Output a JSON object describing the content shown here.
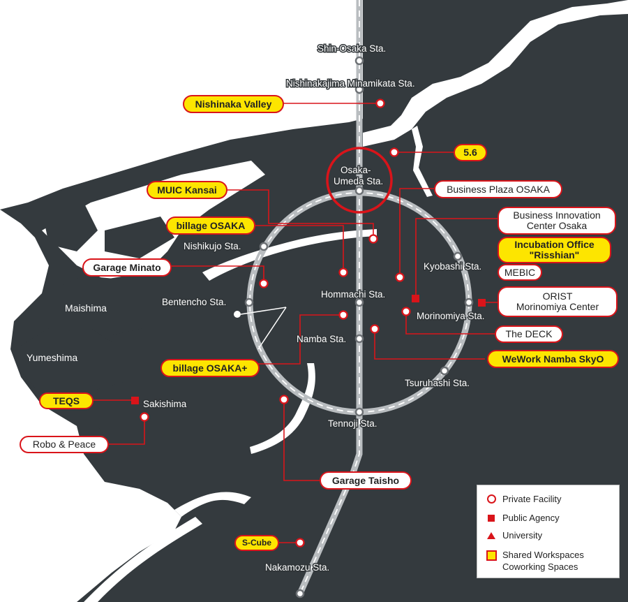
{
  "areas": {
    "maishima": "Maishima",
    "yumeshima": "Yumeshima"
  },
  "stations": {
    "shin_osaka": "Shin-Osaka Sta.",
    "nishinakajima": "Nishinakajima Minamikata Sta.",
    "osaka_umeda_1": "Osaka-",
    "osaka_umeda_2": "Umeda Sta.",
    "nishikujo": "Nishikujo Sta.",
    "kyobashi": "Kyobashi Sta.",
    "bentencho": "Bentencho Sta.",
    "hommachi": "Hommachi Sta.",
    "morinomiya": "Morinomiya Sta.",
    "namba": "Namba Sta.",
    "tsuruhashi": "Tsuruhashi Sta.",
    "sakishima": "Sakishima",
    "tennoji": "Tennoji Sta.",
    "nakamozu": "Nakamozu Sta."
  },
  "facilities": {
    "nishinaka_valley": "Nishinaka Valley",
    "five_six": "5.6",
    "muic_kansai": "MUIC Kansai",
    "business_plaza": "Business Plaza OSAKA",
    "billage_osaka": "billage OSAKA",
    "bic_1": "Business Innovation",
    "bic_2": "Center Osaka",
    "incubation_1": "Incubation Office",
    "incubation_2": "\"Risshian\"",
    "garage_minato": "Garage Minato",
    "mebic": "MEBIC",
    "orist_1": "ORIST",
    "orist_2": "Morinomiya Center",
    "the_deck": "The DECK",
    "wework": "WeWork Namba SkyO",
    "billage_plus": "billage OSAKA+",
    "teqs": "TEQS",
    "robo_peace": "Robo & Peace",
    "garage_taisho": "Garage Taisho",
    "s_cube": "S-Cube"
  },
  "legend": {
    "private": "Private Facility",
    "public": "Public Agency",
    "university": "University",
    "shared_1": "Shared Workspaces",
    "shared_2": "Coworking Spaces"
  },
  "colors": {
    "land": "#343a3e",
    "water": "#ffffff",
    "accent": "#d9141a",
    "shared": "#fde500",
    "rail": "#b9bdc0"
  }
}
